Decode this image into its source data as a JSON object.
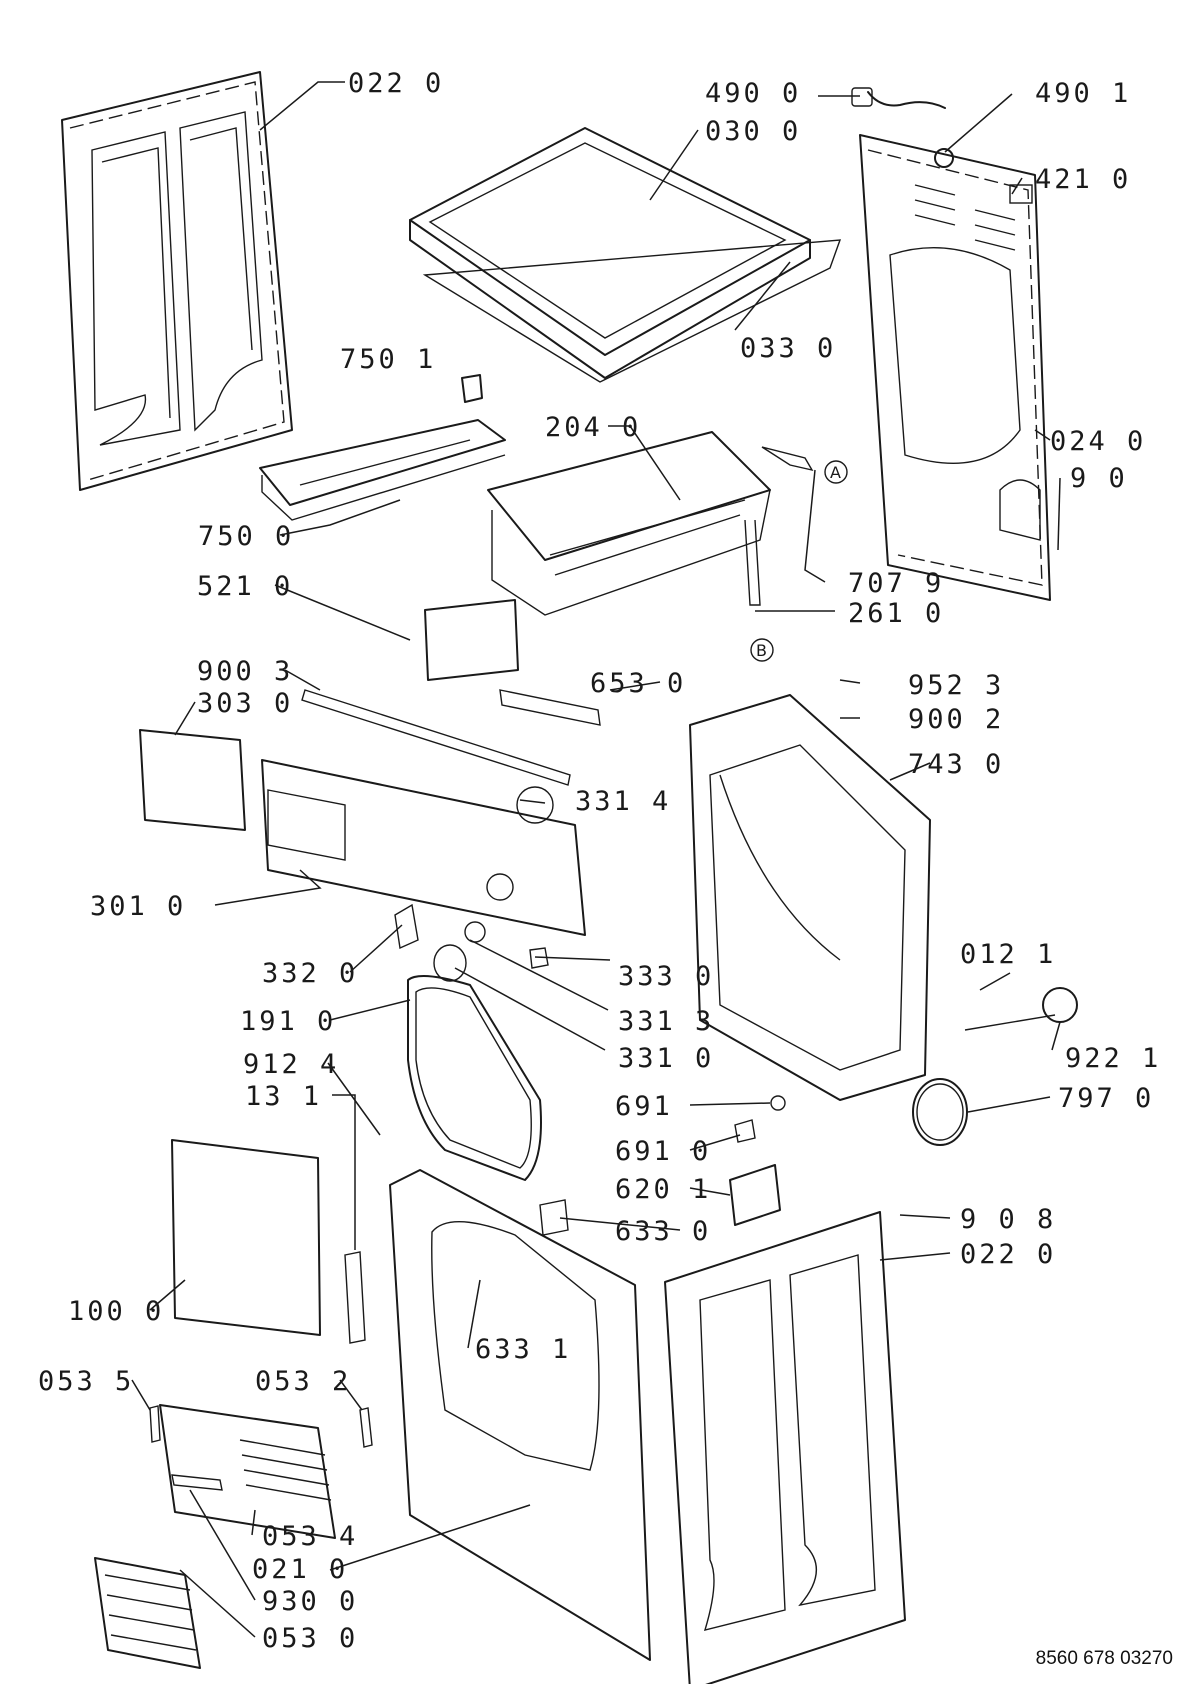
{
  "document_number": "8560 678 03270",
  "callouts": {
    "c022_top": "022 0",
    "c490_0": "490 0",
    "c490_1": "490 1",
    "c030_0": "030 0",
    "c421_0": "421 0",
    "c033_0": "033 0",
    "c750_1": "750 1",
    "c204_0": "204 0",
    "c024_0": "024 0",
    "c9_0": "9 0",
    "c750_0": "750 0",
    "c707_9": "707 9",
    "c521_0": "521 0",
    "c261_0": "261 0",
    "c900_3": "900 3",
    "c653_0": "653 0",
    "c952_3": "952 3",
    "c303_0": "303 0",
    "c900_2": "900 2",
    "c743_0": "743 0",
    "c331_4": "331 4",
    "c301_0": "301 0",
    "c012_1": "012 1",
    "c332_0": "332 0",
    "c333_0": "333 0",
    "c331_3": "331 3",
    "c191_0": "191 0",
    "c331_0": "331 0",
    "c922_1": "922 1",
    "c912_4": "912 4",
    "c797_0": "797 0",
    "c13_1": "13 1",
    "c691_a": "691",
    "c691_0": "691 0",
    "c620_1": "620 1",
    "c633_0": "633 0",
    "c908": "9 0 8",
    "c022_0": "022 0",
    "c100_0": "100 0",
    "c633_1": "633 1",
    "c053_5": "053 5",
    "c053_2": "053 2",
    "c053_4": "053 4",
    "c021_0": "021 0",
    "c930_0": "930 0",
    "c053_0": "053 0"
  },
  "circle_markers": {
    "a": "A",
    "b": "B"
  }
}
